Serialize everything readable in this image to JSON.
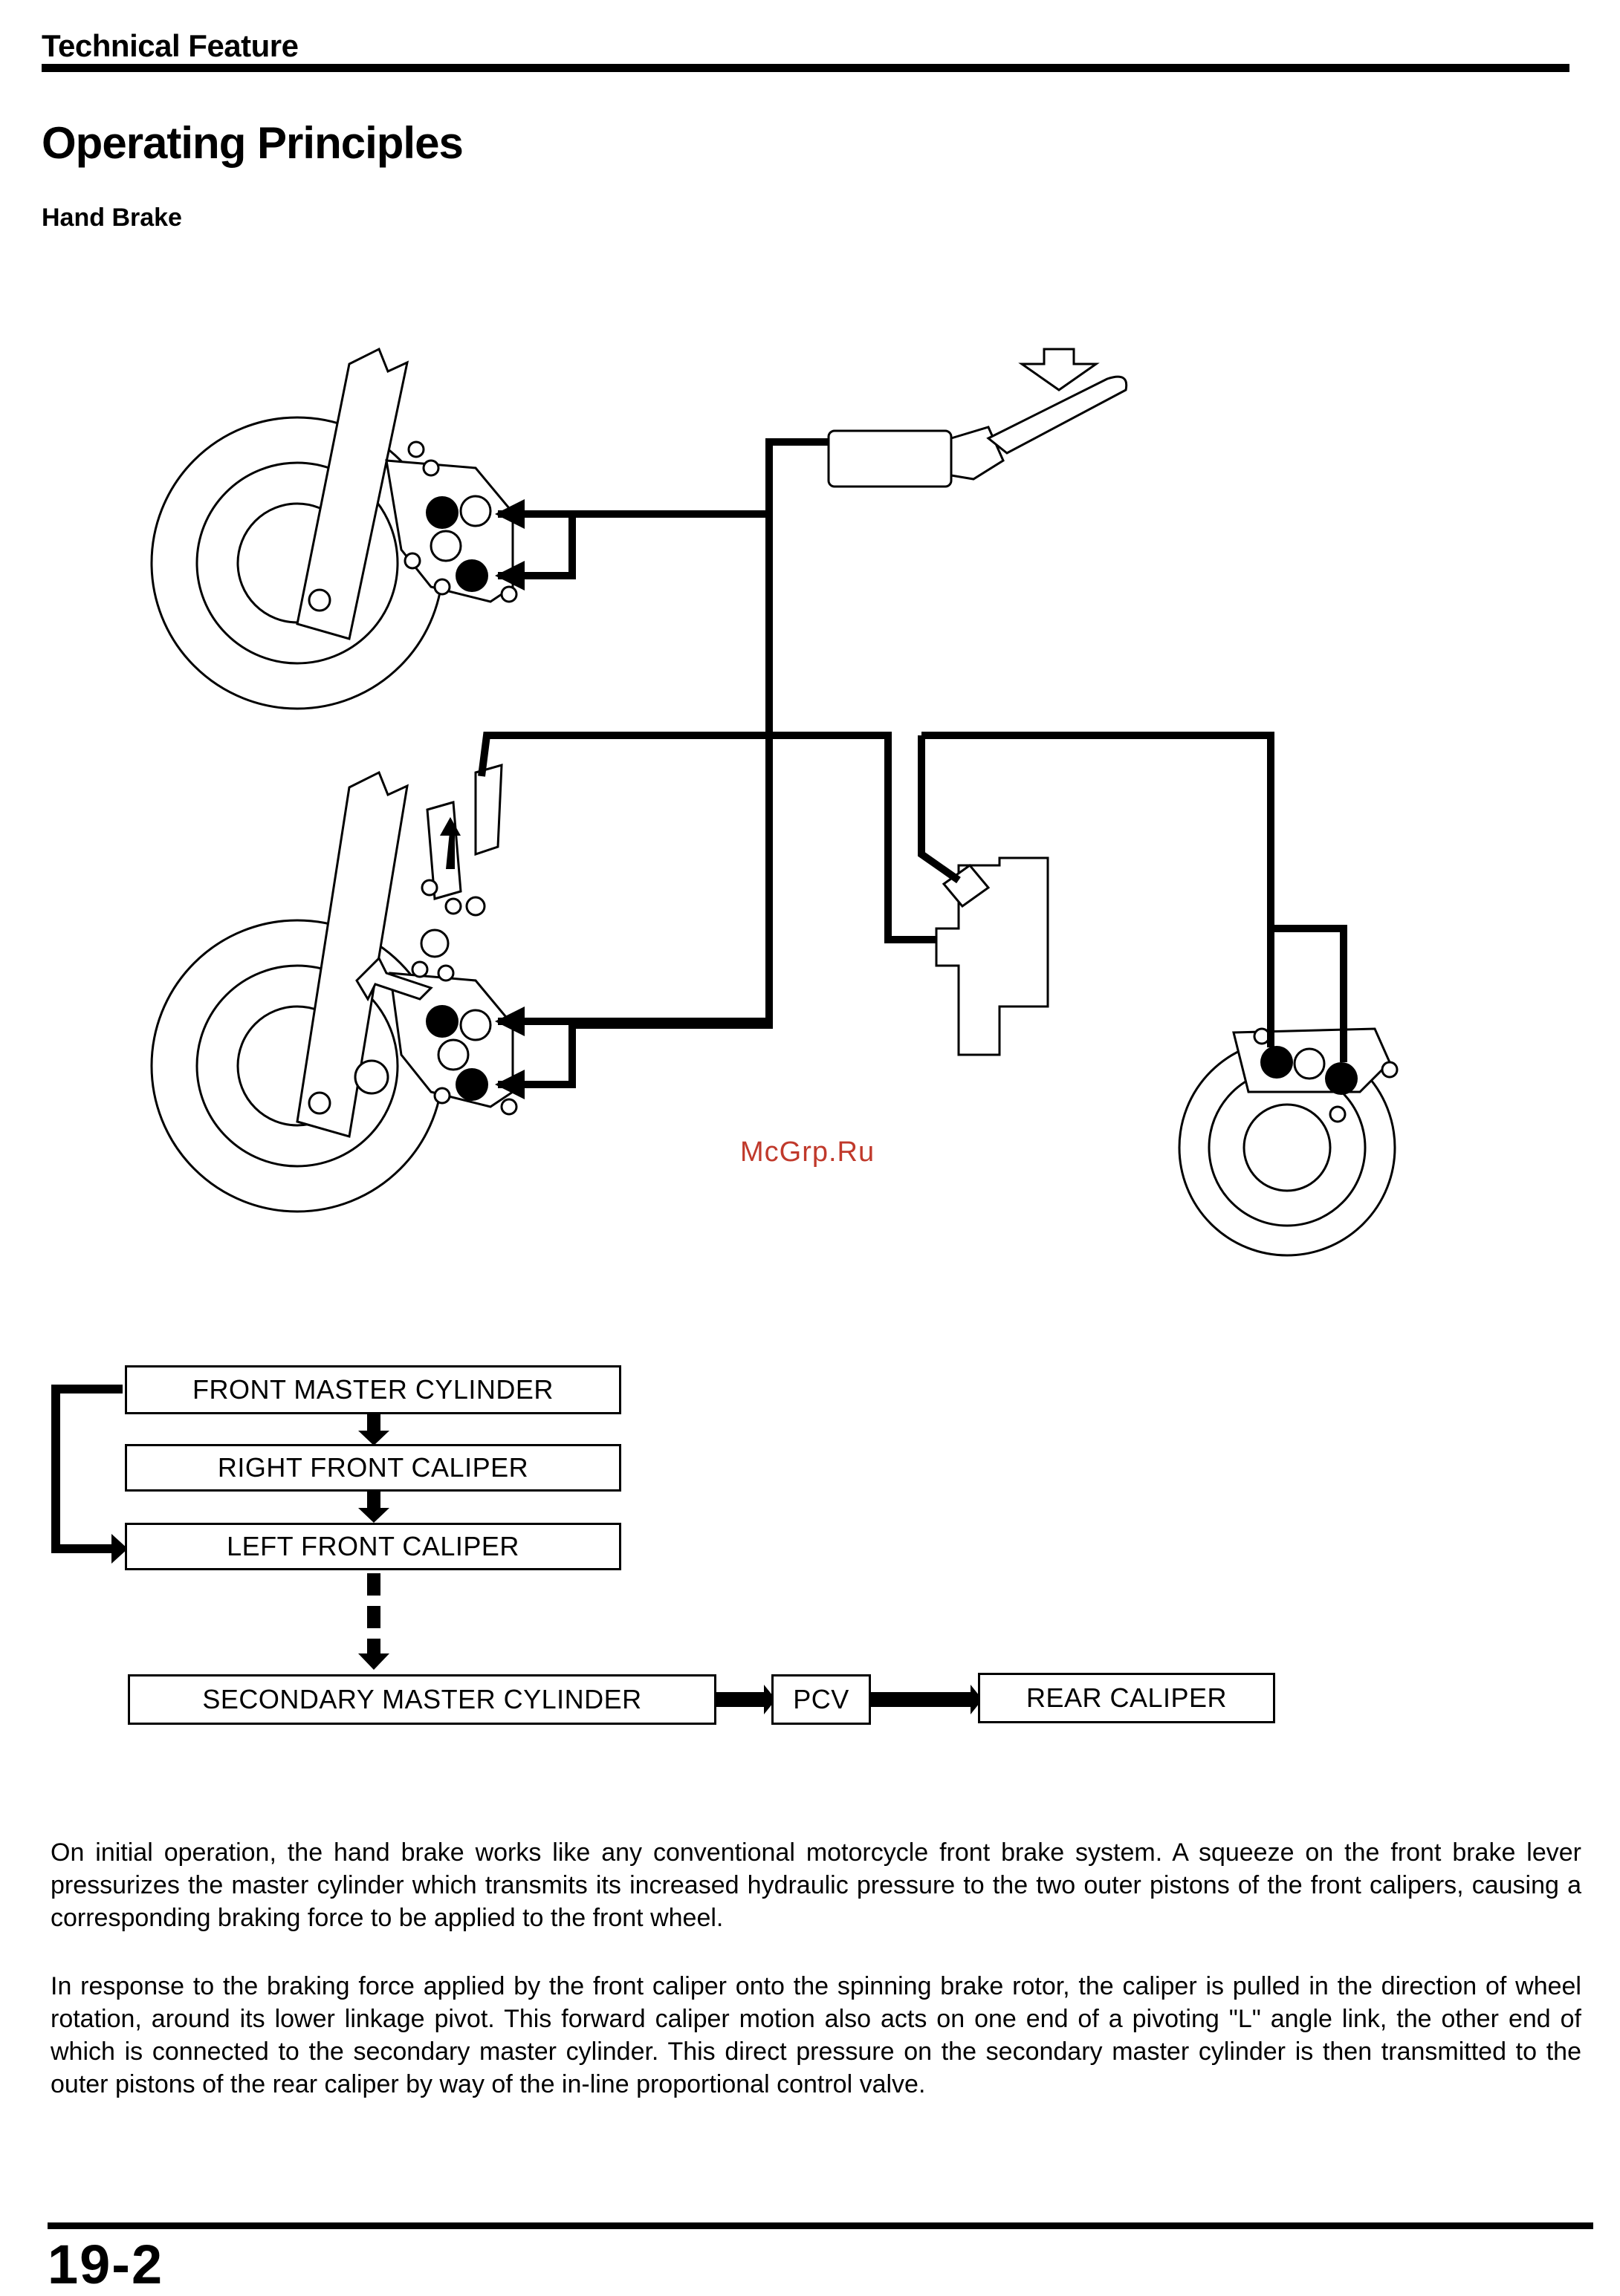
{
  "header": {
    "section_label": "Technical Feature",
    "page_title": "Operating Principles",
    "subsection_title": "Hand Brake"
  },
  "illustration": {
    "watermark": "McGrp.Ru"
  },
  "flowchart": {
    "front_master_cylinder": "FRONT MASTER CYLINDER",
    "right_front_caliper": "RIGHT FRONT CALIPER",
    "left_front_caliper": "LEFT FRONT CALIPER",
    "secondary_master_cylinder": "SECONDARY MASTER CYLINDER",
    "pcv": "PCV",
    "rear_caliper": "REAR CALIPER"
  },
  "body": {
    "paragraph_1": "On initial operation, the hand brake works like any conventional motorcycle front brake system. A squeeze on the front brake lever pressurizes the master cylinder which transmits its increased hydraulic pressure to the two outer pistons of the front calipers, causing a corresponding braking force to be applied to the front wheel.",
    "paragraph_2": "In response to the braking force applied by the front caliper onto the spinning brake rotor, the caliper is pulled in the direction of wheel rotation, around its lower linkage pivot. This forward caliper motion also acts on one end of a pivoting \"L\" angle link, the other end of which is connected to the secondary master cylinder. This direct pressure on the secondary master cylinder is then transmitted to the outer pistons of the rear caliper by way of the in-line proportional control valve."
  },
  "footer": {
    "page_number": "19-2"
  }
}
